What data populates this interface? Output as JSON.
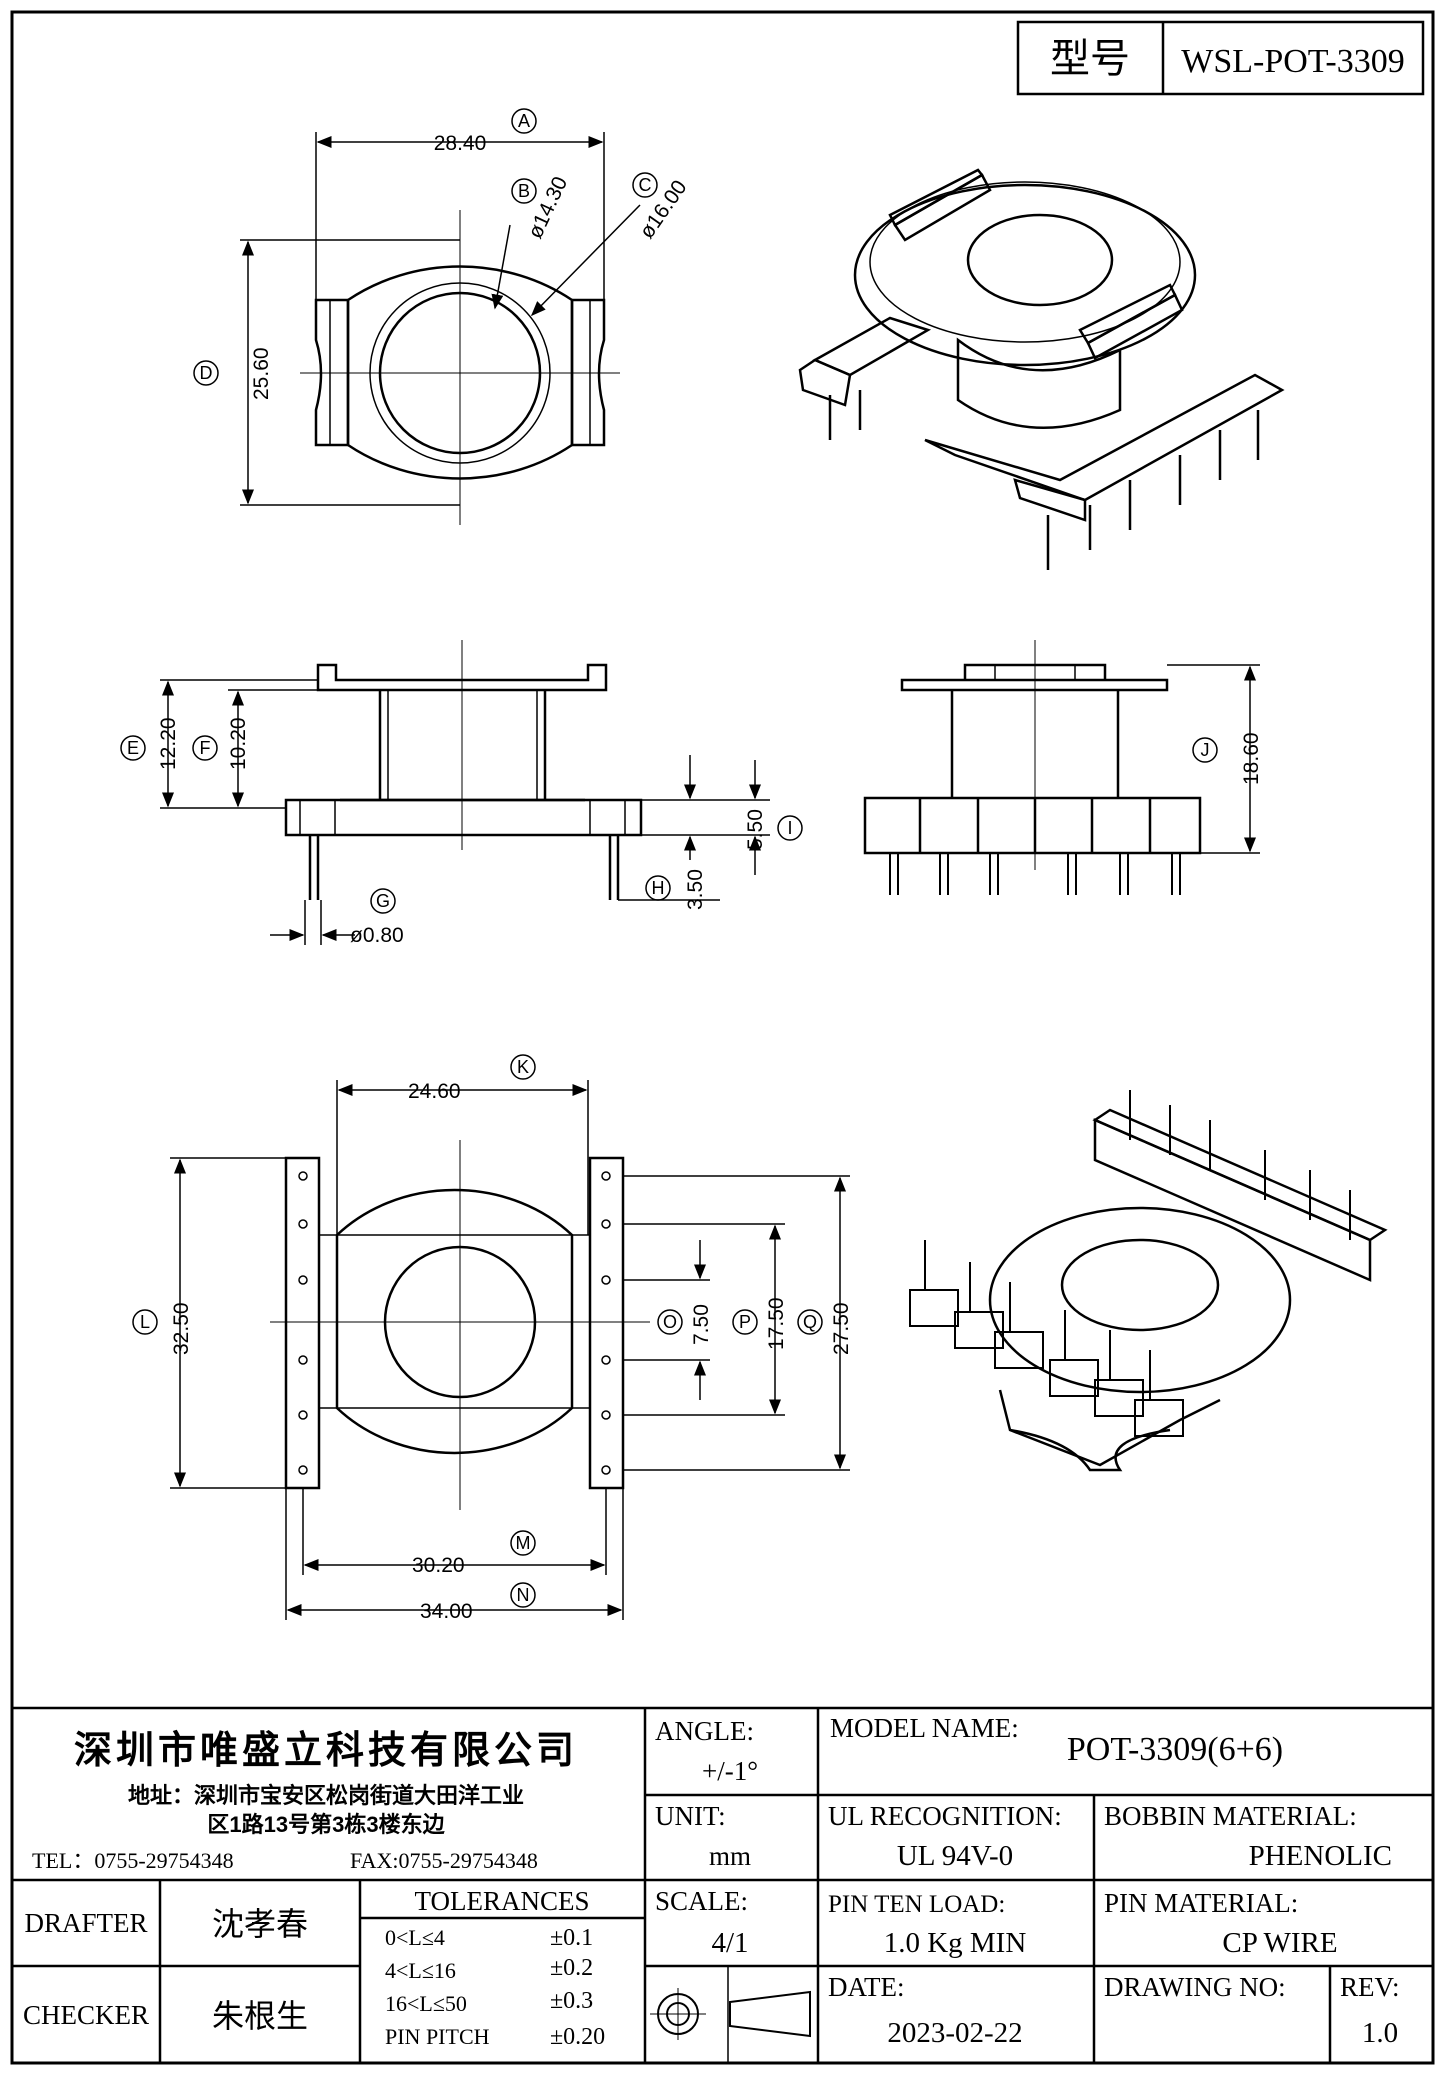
{
  "model_box": {
    "label": "型号",
    "value": "WSL-POT-3309"
  },
  "dims": {
    "A": "28.40",
    "B": "ø14.30",
    "C": "ø16.00",
    "D": "25.60",
    "E": "12.20",
    "F": "10.20",
    "G": "ø0.80",
    "H": "3.50",
    "I": "5.50",
    "J": "18.60",
    "K": "24.60",
    "L": "32.50",
    "M": "30.20",
    "N": "34.00",
    "O": "7.50",
    "P": "17.50",
    "Q": "27.50"
  },
  "title_block": {
    "company": "深圳市唯盛立科技有限公司",
    "address_1": "地址：深圳市宝安区松岗街道大田洋工业",
    "address_2": "区1路13号第3栋3楼东边",
    "tel": "TEL：0755-29754348",
    "fax": "FAX:0755-29754348",
    "angle_label": "ANGLE:",
    "angle_value": "+/-1°",
    "model_name_label": "MODEL NAME:",
    "model_name_value": "POT-3309(6+6)",
    "unit_label": "UNIT:",
    "unit_value": "mm",
    "ul_label": "UL RECOGNITION:",
    "ul_value": "UL 94V-0",
    "bobbin_label": "BOBBIN MATERIAL:",
    "bobbin_value": "PHENOLIC",
    "drafter_label": "DRAFTER",
    "drafter_value": "沈孝春",
    "tolerances_label": "TOLERANCES",
    "tol_rows": [
      {
        "range": "0<L≤4",
        "tol": "±0.1"
      },
      {
        "range": "4<L≤16",
        "tol": "±0.2"
      },
      {
        "range": "16<L≤50",
        "tol": "±0.3"
      },
      {
        "range": "PIN PITCH",
        "tol": "±0.20"
      }
    ],
    "scale_label": "SCALE:",
    "scale_value": "4/1",
    "pin_load_label": "PIN TEN LOAD:",
    "pin_load_value": "1.0 Kg MIN",
    "pin_mat_label": "PIN MATERIAL:",
    "pin_mat_value": "CP WIRE",
    "checker_label": "CHECKER",
    "checker_value": "朱根生",
    "date_label": "DATE:",
    "date_value": "2023-02-22",
    "drawing_no_label": "DRAWING NO:",
    "drawing_no_value": "",
    "rev_label": "REV:",
    "rev_value": "1.0"
  }
}
